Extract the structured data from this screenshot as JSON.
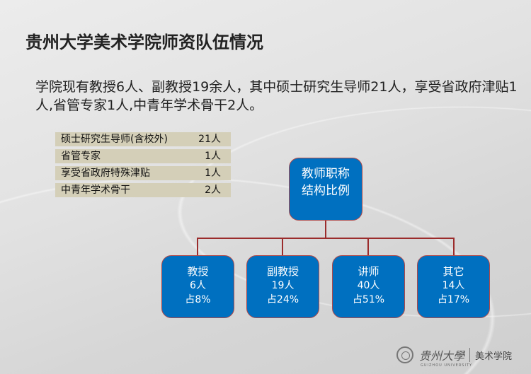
{
  "title": "贵州大学美术学院师资队伍情况",
  "intro": "学院现有教授6人、副教授19余人，其中硕士研究生导师21人，享受省政府津贴1人,省管专家1人,中青年学术骨干2人。",
  "table": [
    {
      "label": "硕士研究生导师(含校外)",
      "value": "21人"
    },
    {
      "label": "省管专家",
      "value": "1人"
    },
    {
      "label": "享受省政府特殊津贴",
      "value": "1人"
    },
    {
      "label": "中青年学术骨干",
      "value": "2人"
    }
  ],
  "org": {
    "root": {
      "line1": "教师职称",
      "line2": "结构比例"
    },
    "children": [
      {
        "title": "教授",
        "count": "6人",
        "pct": "占8%"
      },
      {
        "title": "副教授",
        "count": "19人",
        "pct": "占24%"
      },
      {
        "title": "讲师",
        "count": "40人",
        "pct": "占51%"
      },
      {
        "title": "其它",
        "count": "14人",
        "pct": "占17%"
      }
    ]
  },
  "logo": {
    "university": "贵州大學",
    "university_en": "GUIZHOU UNIVERSITY",
    "school": "美术学院"
  },
  "colors": {
    "box": "#0070c0",
    "connector": "#9b2c2c",
    "table_bg": "#d4cfb8"
  }
}
